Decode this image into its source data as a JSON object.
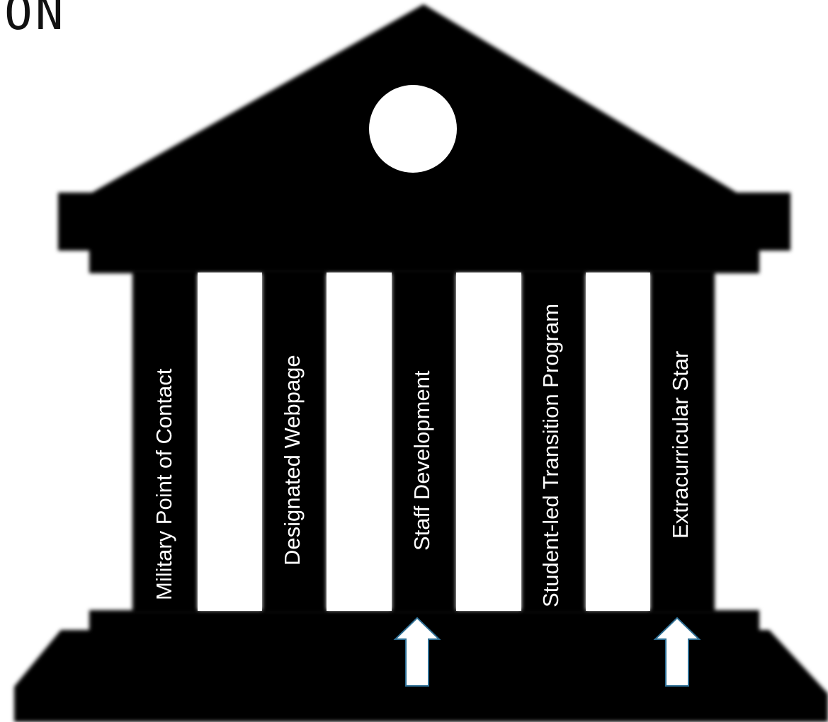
{
  "header": {
    "partial_title": "ON"
  },
  "diagram": {
    "colors": {
      "building": "#000000",
      "background": "#ffffff",
      "arrow_fill": "#ffffff",
      "arrow_stroke": "#2e6f95",
      "label_text": "#ffffff"
    },
    "pillars": [
      {
        "label": "Military Point of Contact",
        "highlighted": false
      },
      {
        "label": "Designated Webpage",
        "highlighted": false
      },
      {
        "label": "Staff Development",
        "highlighted": true
      },
      {
        "label": "Student-led Transition Program",
        "highlighted": false
      },
      {
        "label": "Extracurricular Star",
        "highlighted": true
      }
    ],
    "highlight_marker": "up-arrow-icon"
  }
}
